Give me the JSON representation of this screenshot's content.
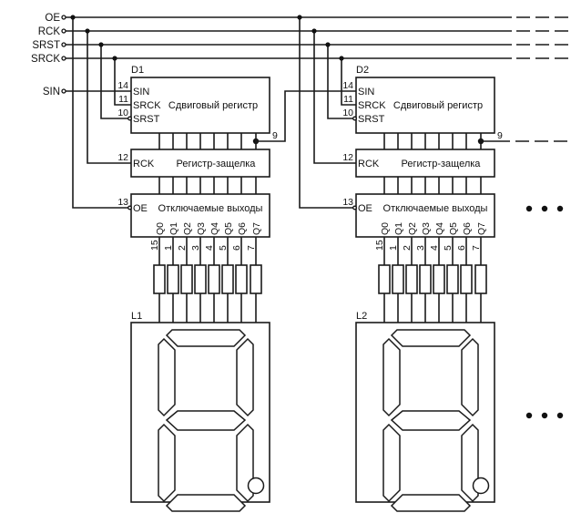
{
  "bus_signals": [
    {
      "name": "OE"
    },
    {
      "name": "RCK"
    },
    {
      "name": "SRST"
    },
    {
      "name": "SRCK"
    }
  ],
  "serial_input": {
    "name": "SIN"
  },
  "chips": [
    {
      "designator": "D1",
      "shift_register": {
        "title": "Сдвиговый регистр",
        "inputs": [
          {
            "pin": "14",
            "name": "SIN"
          },
          {
            "pin": "11",
            "name": "SRCK"
          },
          {
            "pin": "10",
            "name": "SRST",
            "inverted": true
          }
        ],
        "cascade_out_pin": "9"
      },
      "latch": {
        "title": "Регистр-защелка",
        "input": {
          "pin": "12",
          "name": "RCK"
        }
      },
      "output_stage": {
        "title": "Отключаемые выходы",
        "input": {
          "pin": "13",
          "name": "OE",
          "inverted": true
        },
        "outputs": [
          "Q0",
          "Q1",
          "Q2",
          "Q3",
          "Q4",
          "Q5",
          "Q6",
          "Q7"
        ],
        "output_pins": [
          "15",
          "1",
          "2",
          "3",
          "4",
          "5",
          "6",
          "7"
        ]
      },
      "display": {
        "designator": "L1"
      }
    },
    {
      "designator": "D2",
      "shift_register": {
        "title": "Сдвиговый регистр",
        "inputs": [
          {
            "pin": "14",
            "name": "SIN"
          },
          {
            "pin": "11",
            "name": "SRCK"
          },
          {
            "pin": "10",
            "name": "SRST",
            "inverted": true
          }
        ],
        "cascade_out_pin": "9"
      },
      "latch": {
        "title": "Регистр-защелка",
        "input": {
          "pin": "12",
          "name": "RCK"
        }
      },
      "output_stage": {
        "title": "Отключаемые выходы",
        "input": {
          "pin": "13",
          "name": "OE",
          "inverted": true
        },
        "outputs": [
          "Q0",
          "Q1",
          "Q2",
          "Q3",
          "Q4",
          "Q5",
          "Q6",
          "Q7"
        ],
        "output_pins": [
          "15",
          "1",
          "2",
          "3",
          "4",
          "5",
          "6",
          "7"
        ]
      },
      "display": {
        "designator": "L2"
      }
    }
  ],
  "continuation": {
    "ellipsis": "• • •"
  }
}
